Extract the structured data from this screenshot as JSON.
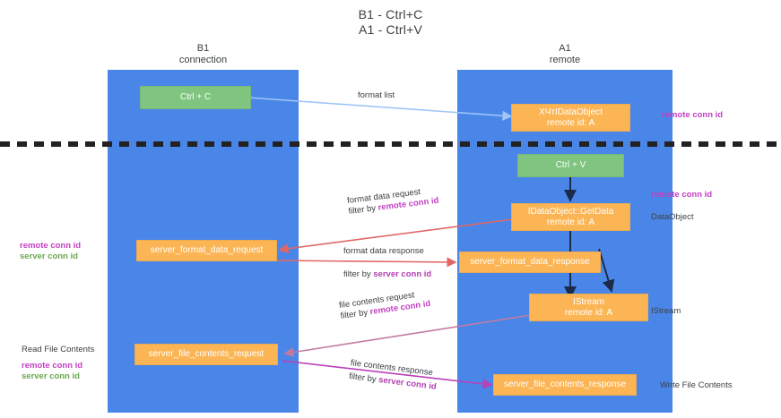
{
  "title": {
    "line1": "B1 - Ctrl+C",
    "line2": "A1 - Ctrl+V"
  },
  "columns": [
    {
      "id": "b1",
      "name": "B1",
      "role": "connection"
    },
    {
      "id": "a1",
      "name": "A1",
      "role": "remote"
    }
  ],
  "nodes": {
    "ctrl_c": {
      "label": "Ctrl + C",
      "color": "#7fc47f"
    },
    "idataobject": {
      "label": "ХЧтIDataObject",
      "sub": "remote id: A",
      "color": "#fbb555"
    },
    "ctrl_v": {
      "label": "Ctrl + V",
      "color": "#7fc47f"
    },
    "getdata": {
      "label": "IDataObject::GetData",
      "sub": "remote id: A",
      "color": "#fbb555"
    },
    "server_format_data_request": {
      "label": "server_format_data_request",
      "color": "#fbb555"
    },
    "server_format_data_response": {
      "label": "server_format_data_response",
      "color": "#fbb555"
    },
    "istream": {
      "label": "IStream",
      "sub": "remote id: A",
      "color": "#fbb555"
    },
    "server_file_contents_request": {
      "label": "server_file_contents_request",
      "color": "#fbb555"
    },
    "server_file_contents_response": {
      "label": "server_file_contents_response",
      "color": "#fbb555"
    }
  },
  "edges": {
    "format_list": {
      "label": "format list",
      "color": "#9fc5f8"
    },
    "format_data_request": {
      "label": "format data request",
      "filter_prefix": "filter by ",
      "filter_key": "remote conn id",
      "color": "#e06666"
    },
    "format_data_response": {
      "label": "format data response",
      "filter_prefix": "filter by ",
      "filter_key": "server conn id",
      "color": "#e06666"
    },
    "file_contents_request": {
      "label": "file contents request",
      "filter_prefix": "filter by ",
      "filter_key": "remote conn id",
      "color": "#c27ba0"
    },
    "file_contents_response": {
      "label": "file contents response",
      "filter_prefix": "filter by ",
      "filter_key": "server conn id",
      "color": "#c27ba0"
    }
  },
  "annotations": {
    "right_remote_conn_top": "remote conn id",
    "right_remote_conn_mid": "remote conn id",
    "right_dataobject": "DataObject",
    "right_istream": "IStream",
    "right_write_file_contents": "Write File Contents",
    "left_remote_conn_mid": "remote conn id",
    "left_server_conn_mid": "server conn id",
    "left_read_file_contents": "Read File Contents",
    "left_remote_conn_bottom": "remote conn id",
    "left_server_conn_bottom": "server conn id"
  },
  "colors": {
    "lane": "#4a86e8",
    "green_node": "#7fc47f",
    "orange_node": "#fbb555",
    "divider": "#222222",
    "magenta": "#c23fc2",
    "green_text": "#6aa84f",
    "red_arrow": "#e06666",
    "pink_arrow": "#c27ba0",
    "blue_arrow": "#9fc5f8",
    "dark_arrow": "#1c2b4a"
  }
}
